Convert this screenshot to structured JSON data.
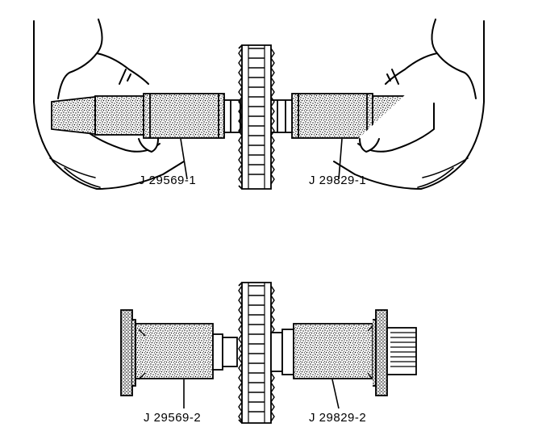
{
  "labels": {
    "top_left": "J 29569-1",
    "top_right": "J 29829-1",
    "bottom_left": "J 29569-2",
    "bottom_right": "J 29829-2"
  },
  "colors": {
    "ink": "#000000",
    "paper": "#ffffff"
  }
}
